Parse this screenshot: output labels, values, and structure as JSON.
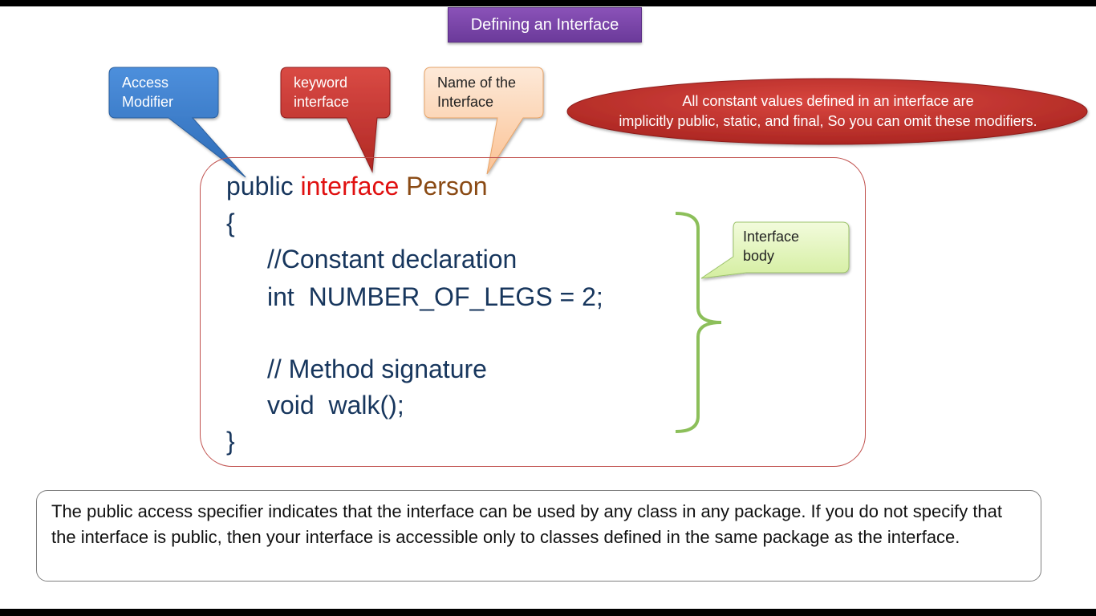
{
  "title": "Defining an Interface",
  "callouts": {
    "access": [
      "Access",
      "Modifier"
    ],
    "keyword": [
      "keyword",
      "interface"
    ],
    "name": [
      "Name of the",
      "Interface"
    ],
    "body": [
      "Interface",
      "body"
    ]
  },
  "note": {
    "line1": "All constant values defined in an interface are",
    "line2": "implicitly public, static, and final, So you can omit these modifiers."
  },
  "code": {
    "public": "public",
    "interface": "interface",
    "name": "Person",
    "open_brace": "{",
    "comment1": "//Constant declaration",
    "constant": "int  NUMBER_OF_LEGS = 2;",
    "comment2": "// Method signature",
    "method": "void  walk();",
    "close_brace": "}"
  },
  "description": "The public access specifier indicates that the interface can be used by any class in any package. If you do not specify that the interface is public, then your interface is accessible only to classes defined in the same package as the interface.",
  "colors": {
    "title_bg": "#7a46aa",
    "access_callout": "#3a7cc9",
    "keyword_callout": "#c0302c",
    "name_callout": "#fcd6b4",
    "body_callout": "#e2f5bc",
    "note_ellipse": "#c0302c",
    "code_border": "#c0504d",
    "code_text": "#17365d",
    "keyword_text": "#e01010",
    "name_text": "#8a4a14",
    "brace": "#8cbf5a"
  }
}
